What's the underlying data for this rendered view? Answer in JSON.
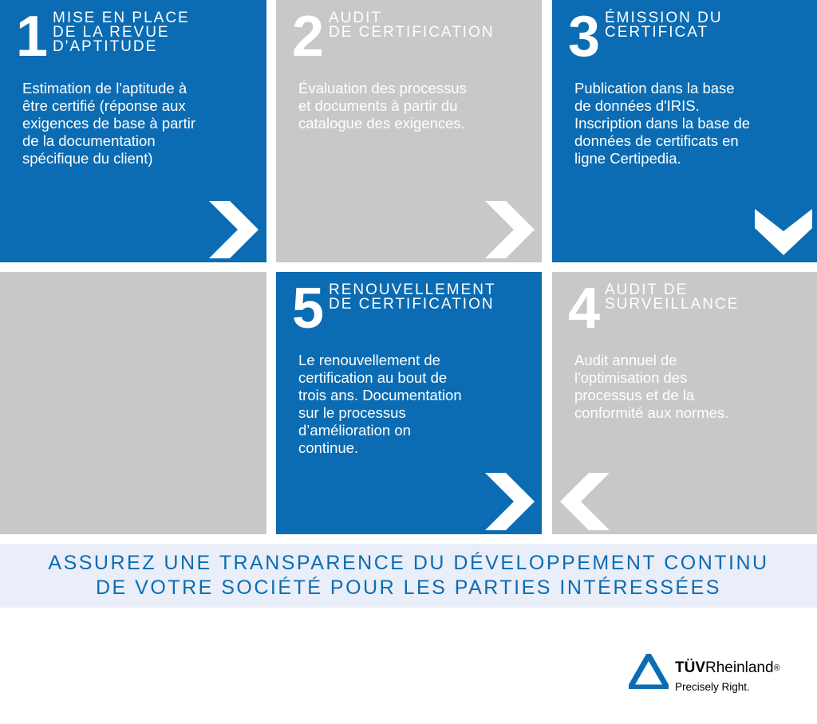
{
  "colors": {
    "blue": "#0b6cb3",
    "gray": "#c8c8c8",
    "banner_bg": "#e9eef8"
  },
  "steps": [
    {
      "number": "1",
      "title": "MISE EN PLACE\nDE LA REVUE\nD'APTITUDE",
      "description": "Estimation de l'aptitude à\nêtre certifié (réponse aux\nexigences de base à partir\nde la documentation\nspécifique du client)",
      "arrow": "chevron-right-icon"
    },
    {
      "number": "2",
      "title": "AUDIT\nDE CERTIFICATION",
      "description": "Évaluation des processus\net documents à partir du\ncatalogue des exigences.",
      "arrow": "chevron-right-icon"
    },
    {
      "number": "3",
      "title": "ÉMISSION DU\nCERTIFICAT",
      "description": "Publication dans la base\nde données d'IRIS.\nInscription dans la base de\ndonnées de certificats en\nligne Certipedia.",
      "arrow": "chevron-down-icon"
    },
    {
      "number": "4",
      "title": "AUDIT DE\nSURVEILLANCE",
      "description": "Audit annuel de\nl'optimisation des\nprocessus et de la\nconformité aux normes.",
      "arrow": "chevron-left-icon"
    },
    {
      "number": "5",
      "title": "RENOUVELLEMENT\nDE CERTIFICATION",
      "description": "Le renouvellement de\ncertification au bout de\ntrois ans. Documentation\nsur le processus\nd’amélioration on\ncontinue.",
      "arrow": "chevron-right-icon"
    }
  ],
  "banner": {
    "text": "ASSUREZ UNE TRANSPARENCE DU DÉVELOPPEMENT CONTINU\nDE VOTRE SOCIÉTÉ POUR LES PARTIES INTÉRESSÉES"
  },
  "logo": {
    "brand_bold": "TÜV",
    "brand_regular": "Rheinland",
    "registered": "®",
    "tagline": "Precisely Right."
  }
}
